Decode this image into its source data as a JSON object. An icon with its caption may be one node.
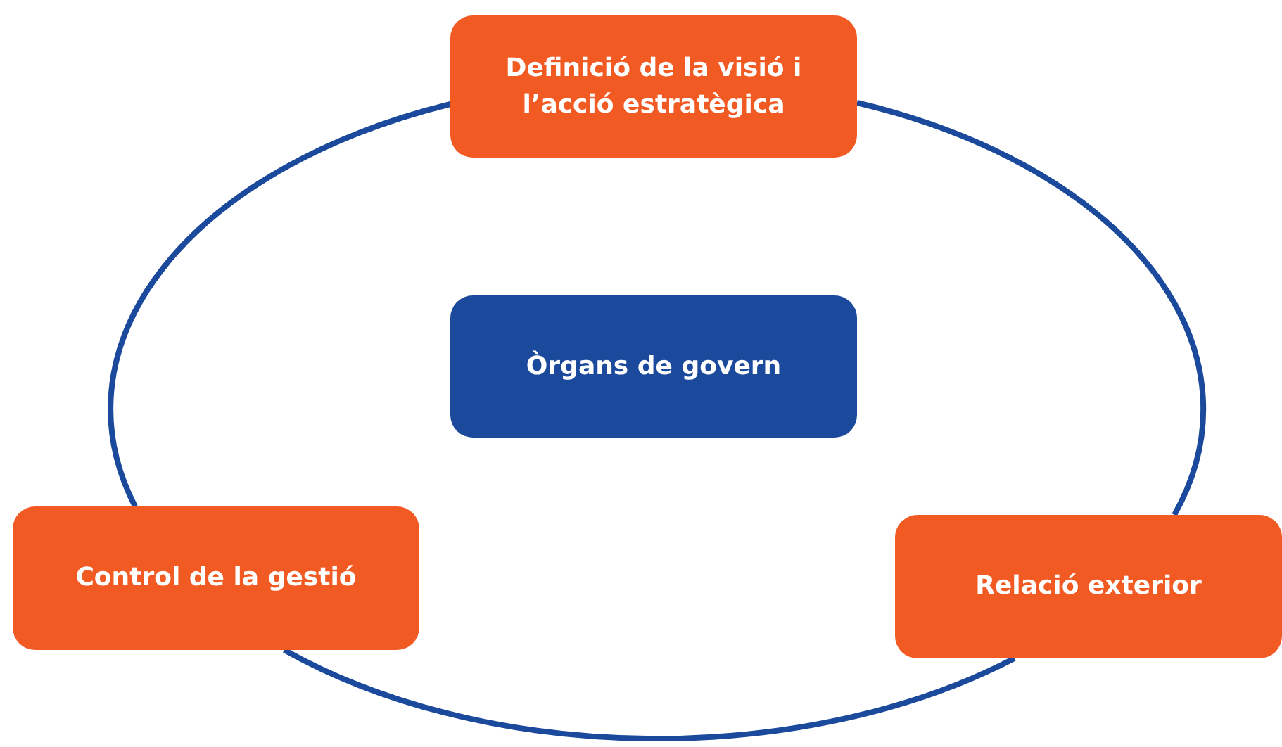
{
  "diagram": {
    "nodes": [
      {
        "text": [
          "Definició de la visió i l’acció estratègica"
        ]
      },
      {
        "text": [
          "Òrgans de govern"
        ]
      },
      {
        "text": [
          "Control de la gestió"
        ]
      },
      {
        "text": [
          "Relació exterior"
        ]
      }
    ],
    "edges": [
      {
        "from": 0,
        "to": 3,
        "arrow": "none"
      },
      {
        "from": 3,
        "to": 2,
        "arrow": "none"
      },
      {
        "from": 2,
        "to": 0,
        "arrow": "none"
      }
    ]
  }
}
